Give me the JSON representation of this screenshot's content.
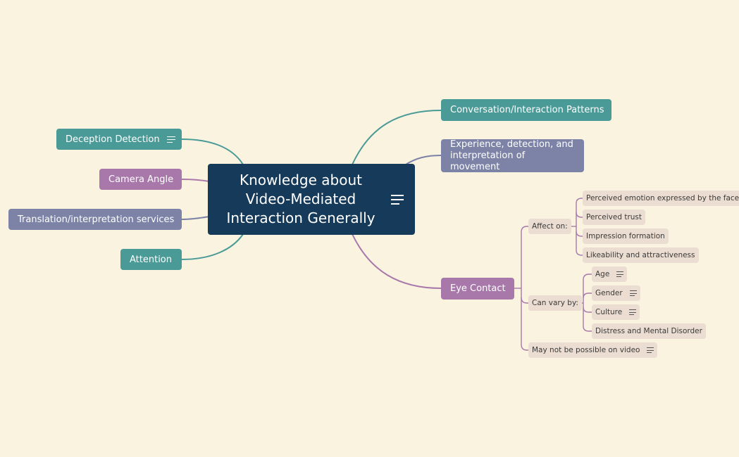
{
  "colors": {
    "background": "#f9f3df",
    "central": "#163a5a",
    "teal": "#4a9a97",
    "purple": "#a878aa",
    "slate": "#7c83a6",
    "subtopic": "#ebddd1"
  },
  "central": {
    "title": "Knowledge about Video-Mediated Interaction Generally",
    "icon": "notes-icon"
  },
  "left_topics": [
    {
      "label": "Deception Detection",
      "icon": "notes-icon"
    },
    {
      "label": "Camera Angle"
    },
    {
      "label": "Translation/interpretation services"
    },
    {
      "label": "Attention"
    }
  ],
  "right_topics": [
    {
      "label": "Conversation/Interaction Patterns"
    },
    {
      "label": "Experience, detection, and interpretation of movement"
    },
    {
      "label": "Eye Contact"
    }
  ],
  "eye_contact": {
    "affect_on": {
      "label": "Affect on:",
      "items": [
        "Perceived emotion expressed by the face",
        "Perceived trust",
        "Impression formation",
        "Likeability and attractiveness"
      ]
    },
    "can_vary_by": {
      "label": "Can vary by:",
      "items": [
        {
          "label": "Age",
          "icon": "notes-icon"
        },
        {
          "label": "Gender",
          "icon": "notes-icon"
        },
        {
          "label": "Culture",
          "icon": "notes-icon"
        },
        {
          "label": "Distress and Mental Disorder"
        }
      ]
    },
    "not_possible": {
      "label": "May not be possible on video",
      "icon": "notes-icon"
    }
  }
}
